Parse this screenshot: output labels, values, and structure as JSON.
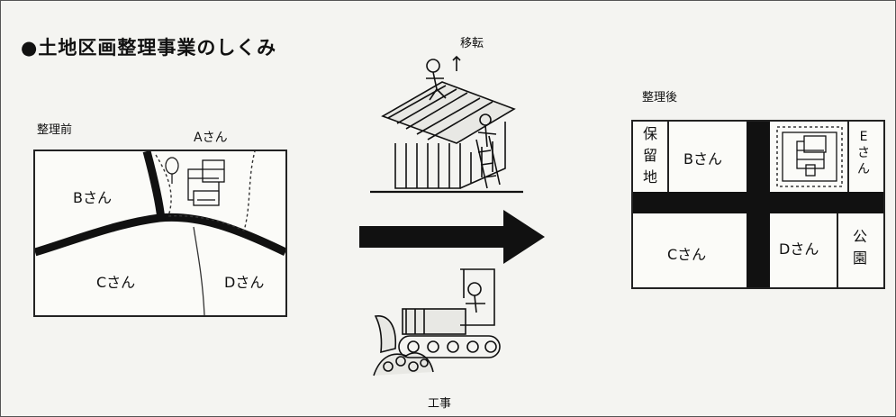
{
  "title": "●土地区画整理事業のしくみ",
  "before": {
    "label": "整理前",
    "a": "Aさん",
    "b": "Bさん",
    "c": "Cさん",
    "d": "Dさん"
  },
  "middle": {
    "relocation": "移転",
    "construction": "工事"
  },
  "after": {
    "label": "整理後",
    "reserve": "保留地",
    "b": "Bさん",
    "e": "Eさん",
    "c": "Cさん",
    "d": "Dさん",
    "park": "公園"
  },
  "colors": {
    "ink": "#111111",
    "paper": "#f4f4f1"
  }
}
